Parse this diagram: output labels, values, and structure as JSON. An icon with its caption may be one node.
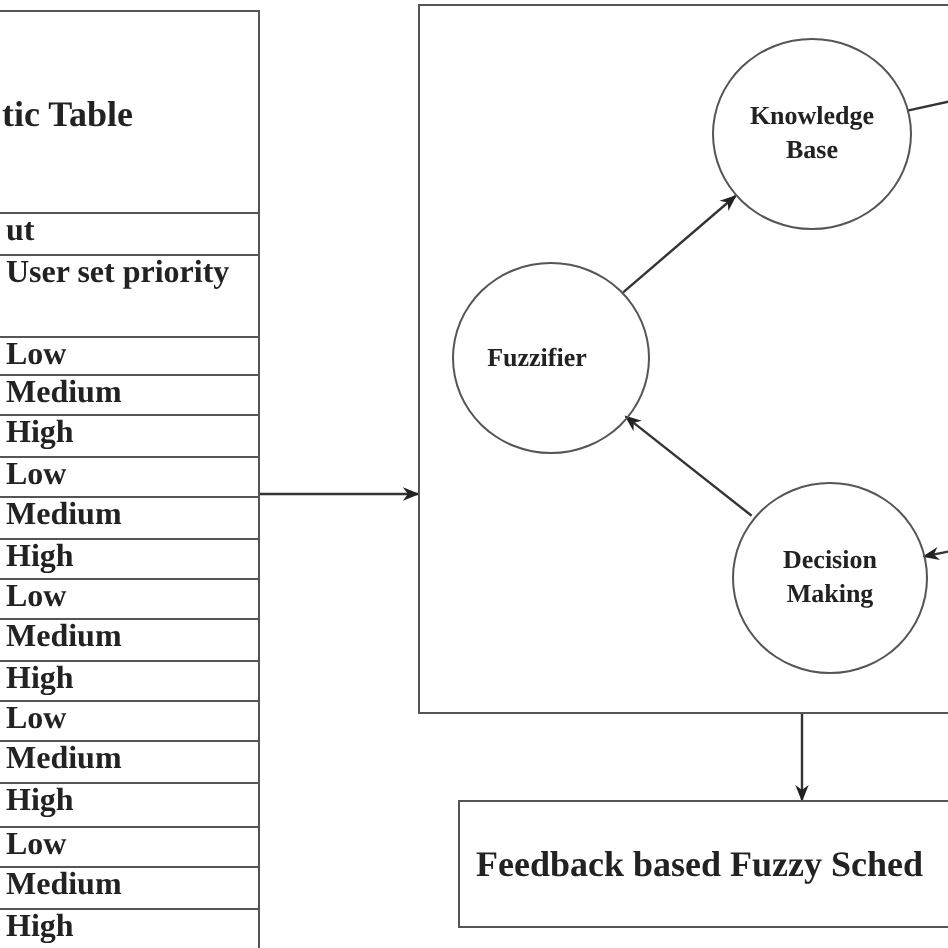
{
  "diagram": {
    "nodes": [
      {
        "text": [
          "tic Table"
        ]
      },
      {
        "text": [],
        "shape": "box"
      },
      {
        "text": [
          "Knowledge Base"
        ],
        "in": 1
      },
      {
        "text": [
          "Fuzzifier"
        ],
        "in": 1
      },
      {
        "text": [
          "Decision Making"
        ],
        "in": 1
      },
      {
        "text": [
          "Feedback based Fuzzy Sched"
        ]
      }
    ],
    "edges": [
      {
        "from": 0,
        "to": 1,
        "arrow": "to"
      },
      {
        "from": 1,
        "to": 5,
        "arrow": "to"
      },
      {
        "from": 3,
        "to": 2,
        "arrow": "to"
      },
      {
        "from": 4,
        "to": 3,
        "arrow": "to"
      },
      {
        "from": 2,
        "to": null,
        "arrow": "none"
      },
      {
        "from": null,
        "to": 4,
        "arrow": "to"
      }
    ],
    "labels": [
      "ut",
      "User set priority",
      "Low",
      "Medium",
      "High",
      "Low",
      "Medium",
      "High",
      "Low",
      "Medium",
      "High",
      "Low",
      "Medium",
      "High",
      "Low",
      "Medium",
      "High"
    ]
  }
}
